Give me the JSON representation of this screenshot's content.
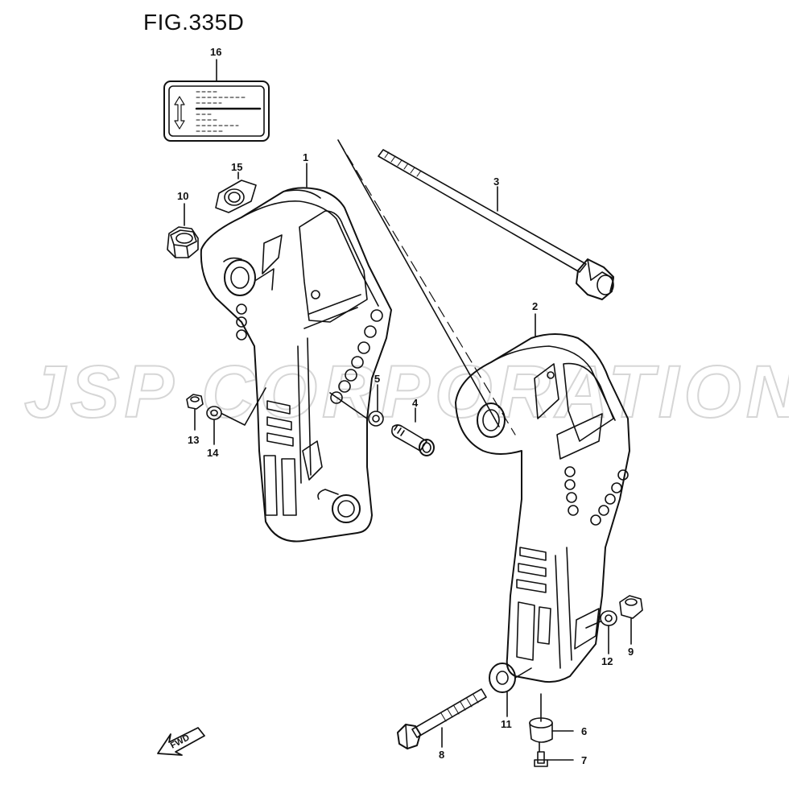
{
  "figure": {
    "title": "FIG.335D",
    "watermark": "JSP CORPORATION",
    "fwd_label": "FWD"
  },
  "parts": [
    {
      "id": "1",
      "label": "1"
    },
    {
      "id": "2",
      "label": "2"
    },
    {
      "id": "3",
      "label": "3"
    },
    {
      "id": "4",
      "label": "4"
    },
    {
      "id": "5",
      "label": "5"
    },
    {
      "id": "6",
      "label": "6"
    },
    {
      "id": "7",
      "label": "7"
    },
    {
      "id": "8",
      "label": "8"
    },
    {
      "id": "9",
      "label": "9"
    },
    {
      "id": "10",
      "label": "10"
    },
    {
      "id": "11",
      "label": "11"
    },
    {
      "id": "12",
      "label": "12"
    },
    {
      "id": "13",
      "label": "13"
    },
    {
      "id": "14",
      "label": "14"
    },
    {
      "id": "15",
      "label": "15"
    },
    {
      "id": "16",
      "label": "16"
    }
  ],
  "colors": {
    "line": "#111111",
    "watermark": "#e4e4e4"
  }
}
